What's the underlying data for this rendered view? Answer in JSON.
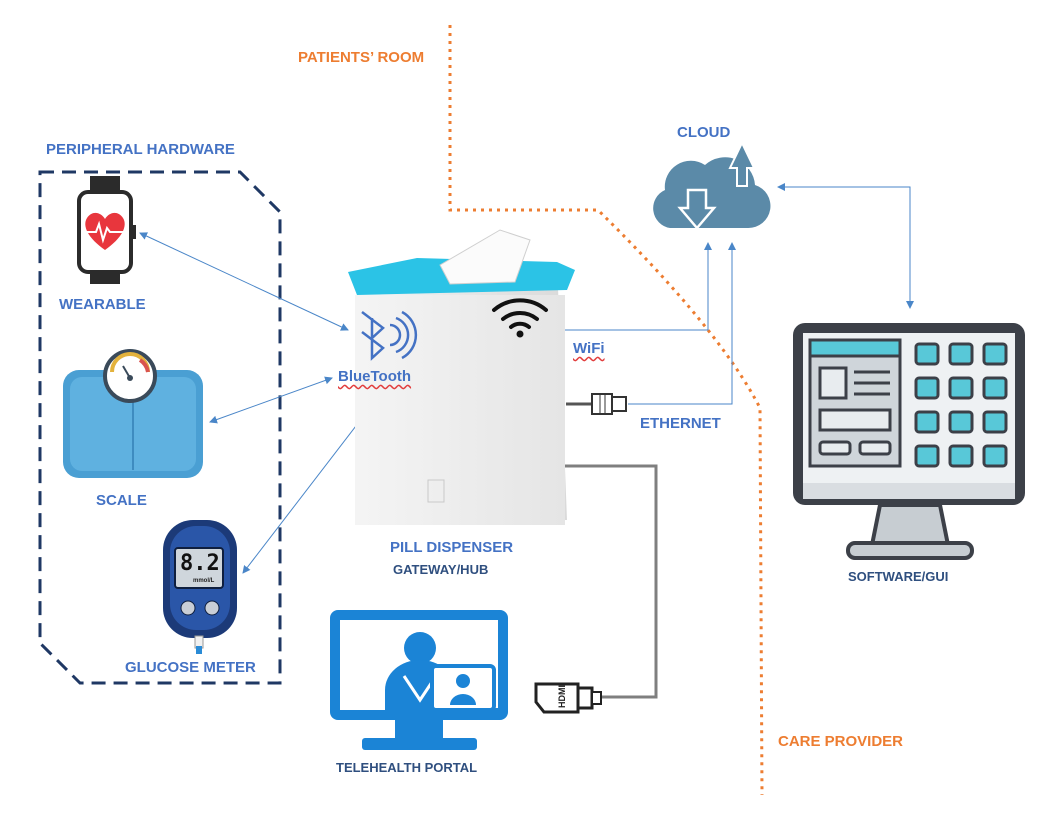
{
  "labels": {
    "patients_room": "PATIENTS’ ROOM",
    "care_provider": "CARE PROVIDER",
    "peripheral_hardware": "PERIPHERAL HARDWARE",
    "wearable": "WEARABLE",
    "scale": "SCALE",
    "glucose_meter": "GLUCOSE METER",
    "bluetooth": "BlueTooth",
    "wifi": "WiFi",
    "ethernet": "ETHERNET",
    "cloud": "CLOUD",
    "pill_dispenser": "PILL DISPENSER",
    "gateway_hub": "GATEWAY/HUB",
    "software_gui": "SOFTWARE/GUI",
    "telehealth_portal": "TELEHEALTH PORTAL"
  },
  "devices": {
    "glucose_reading": "8.2",
    "glucose_unit": "mmol/L",
    "hdmi_text": "HDMI"
  },
  "colors": {
    "label_blue": "#4472c4",
    "zone_orange": "#ed7d31",
    "dashed_border": "#1f3864",
    "accent_cyan": "#2bc3e6",
    "telehealth_blue": "#1b84d6",
    "cloud_gray": "#5b8aa8"
  }
}
